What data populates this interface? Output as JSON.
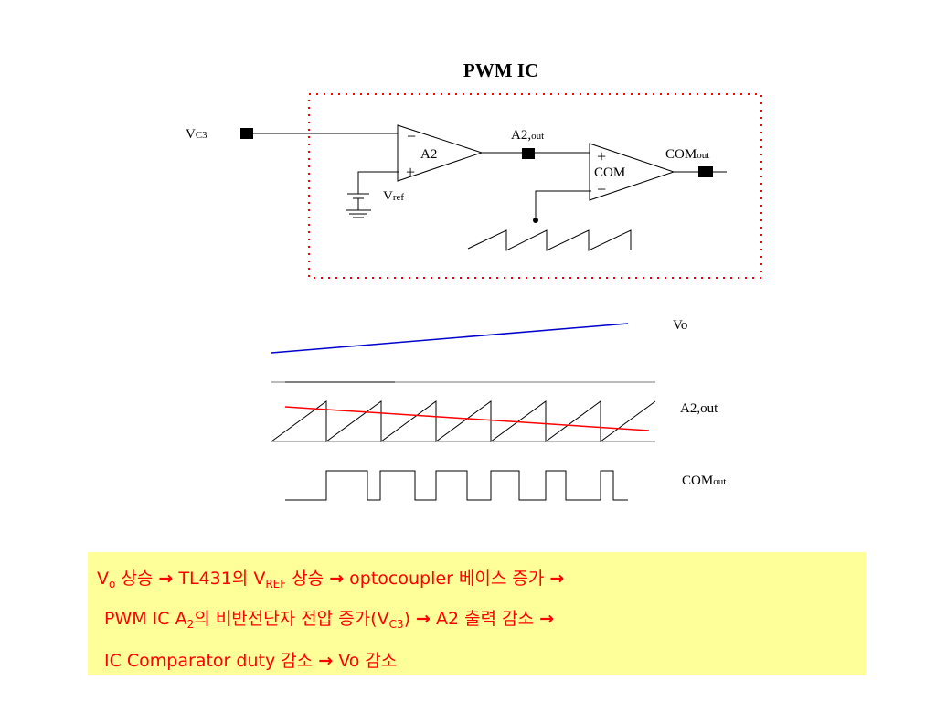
{
  "diagram": {
    "title": "PWM  IC",
    "vc3": {
      "main": "V",
      "sub": "C3"
    },
    "amp_a2": {
      "label": "A2",
      "minus": "−",
      "plus": "+"
    },
    "vref": {
      "main": "V",
      "sub": "ref"
    },
    "a2out": {
      "main": "A2,",
      "sub": "out"
    },
    "comp": {
      "label": "COM",
      "plus": "+",
      "minus": "−"
    },
    "comout": {
      "main": "COM",
      "sub": "out"
    }
  },
  "waveforms": {
    "vo": "Vo",
    "a2out": "A2,out",
    "comout": {
      "main": "COM",
      "sub": "out"
    }
  },
  "explanation": {
    "line1": {
      "v": "V",
      "v_sub": "o",
      "rise1": " 상승  ",
      "arrow1": "→",
      "tl": " TL431의 V",
      "vref_sub": "REF",
      "rise2": " 상승   ",
      "arrow2": "→",
      "opto": " optocoupler  베이스 증가  ",
      "arrow3": "→"
    },
    "line2": {
      "pwm": "PWM IC A",
      "a_sub": "2",
      "mid": "의 비반전단자 전압 증가(V",
      "c_sub": "C3",
      "close": ")  ",
      "arrow1": "→",
      "a2": "  A2 출력 감소   ",
      "arrow2": "→"
    },
    "line3": {
      "ic": "IC Comparator duty 감소  ",
      "arrow": "→",
      "vo": "      Vo 감소"
    }
  },
  "colors": {
    "accent_red": "#ff0000",
    "highlight": "#ffff99",
    "vo_line": "#0000cc",
    "dotted_box": "#ff0000"
  }
}
